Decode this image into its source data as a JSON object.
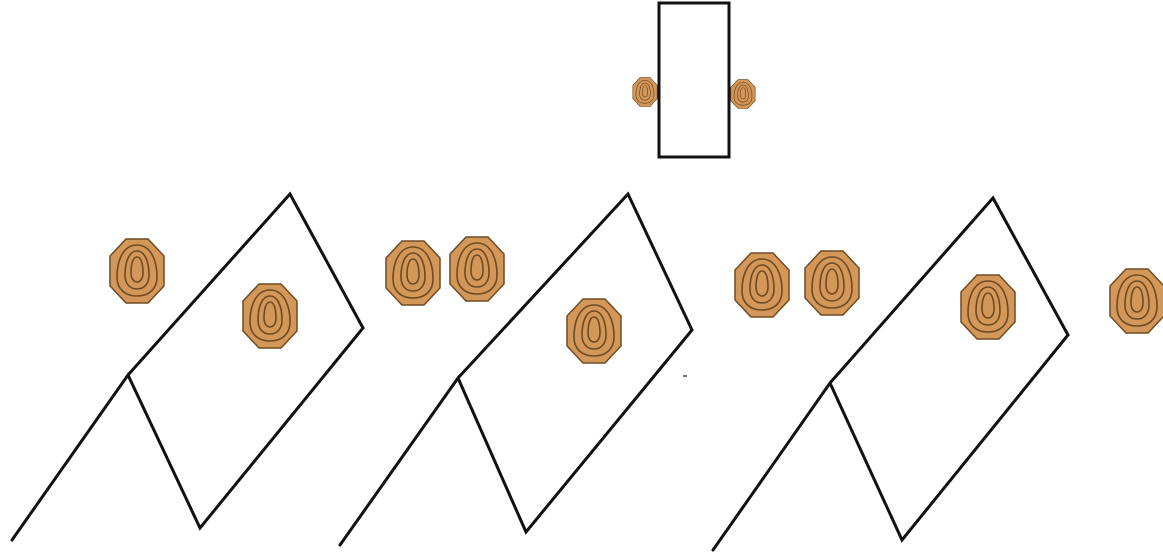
{
  "diagram": {
    "type": "shooting-stage-layout",
    "elements": {
      "barricade": "rectangle",
      "walls": [
        "chevron-wall",
        "chevron-wall",
        "chevron-wall"
      ],
      "target_shape": "octagonal-steel-plate",
      "target_count": 11
    },
    "colors": {
      "background": "#ffffff",
      "line": "#111111",
      "target_fill": "#d4975a",
      "target_stroke": "#6f4b22"
    },
    "icons": {
      "target": "steel-target-icon"
    }
  }
}
